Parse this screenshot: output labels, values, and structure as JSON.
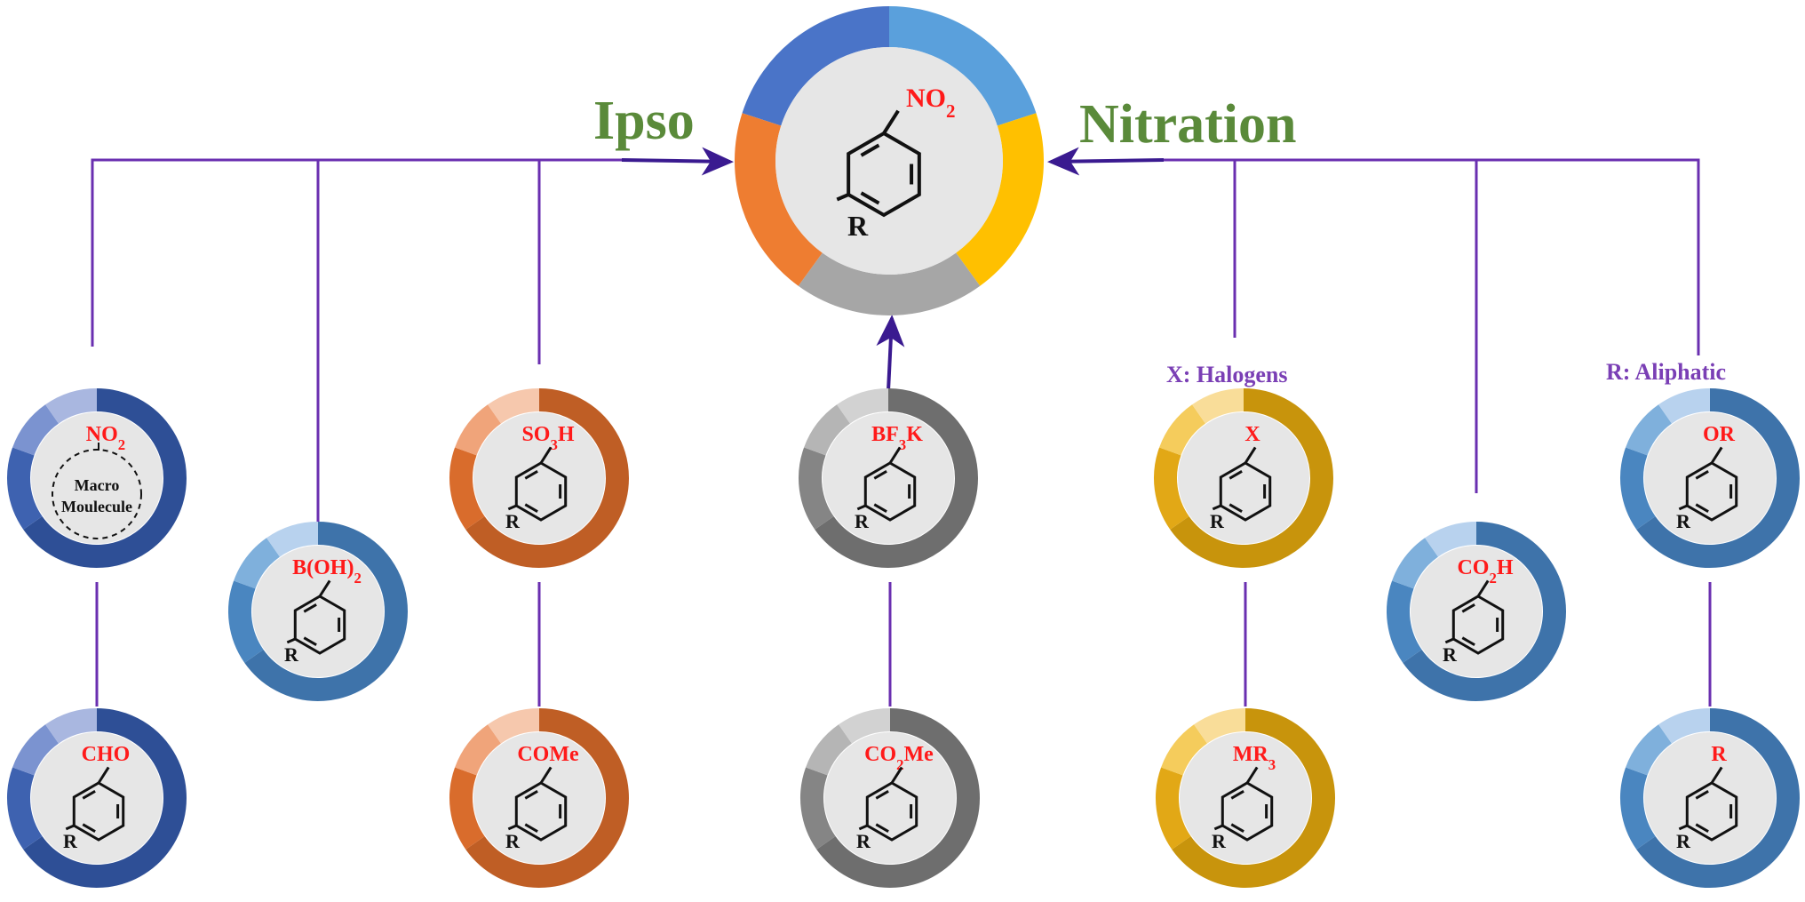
{
  "colors": {
    "connector": "#6a2fb0",
    "arrow": "#3a1a90",
    "title_green": "#5a8a3a",
    "note_purple": "#7a3fb5",
    "group_red": "#ff1a1a",
    "inner_fill": "#e6e6e6",
    "blue": "#3b5ea8",
    "lightblue": "#4a86c0",
    "orange": "#e07a35",
    "gray": "#8a8a8a",
    "gold": "#e8ad20"
  },
  "titles": {
    "left": "Ipso",
    "right": "Nitration"
  },
  "notes": {
    "halogens": "X: Halogens",
    "aliphatic": "R: Aliphatic"
  },
  "center": {
    "group": "NO2",
    "r_label": "R",
    "ring_segments": [
      "#4a74c8",
      "#5aa0dc",
      "#ffc000",
      "#a6a6a6",
      "#ee7d31"
    ]
  },
  "nodes": [
    {
      "id": "macro",
      "type": "macro",
      "group": "NO2",
      "text_line1": "Macro",
      "text_line2": "Moulecule",
      "theme": "blue"
    },
    {
      "id": "aldehyde",
      "type": "benzene",
      "group": "CHO",
      "r_label": "R",
      "theme": "blue"
    },
    {
      "id": "boronic",
      "type": "benzene",
      "group": "B(OH)2",
      "r_label": "R",
      "theme": "lightblue"
    },
    {
      "id": "sulfonic",
      "type": "benzene",
      "group": "SO3H",
      "r_label": "R",
      "theme": "orange"
    },
    {
      "id": "ketone",
      "type": "benzene",
      "group": "COMe",
      "r_label": "R",
      "theme": "orange"
    },
    {
      "id": "trifluoroborate",
      "type": "benzene",
      "group": "BF3K",
      "r_label": "R",
      "theme": "gray"
    },
    {
      "id": "ester",
      "type": "benzene",
      "group": "CO2Me",
      "r_label": "R",
      "theme": "gray"
    },
    {
      "id": "halide",
      "type": "benzene",
      "group": "X",
      "r_label": "R",
      "theme": "gold"
    },
    {
      "id": "organometallic",
      "type": "benzene",
      "group": "MR3",
      "r_label": "R",
      "theme": "gold"
    },
    {
      "id": "carboxylic",
      "type": "benzene",
      "group": "CO2H",
      "r_label": "R",
      "theme": "lightblue"
    },
    {
      "id": "ether",
      "type": "benzene",
      "group": "OR",
      "r_label": "R",
      "theme": "lightblue"
    },
    {
      "id": "alkyl",
      "type": "benzene",
      "group": "R",
      "r_label": "R",
      "theme": "lightblue"
    }
  ]
}
